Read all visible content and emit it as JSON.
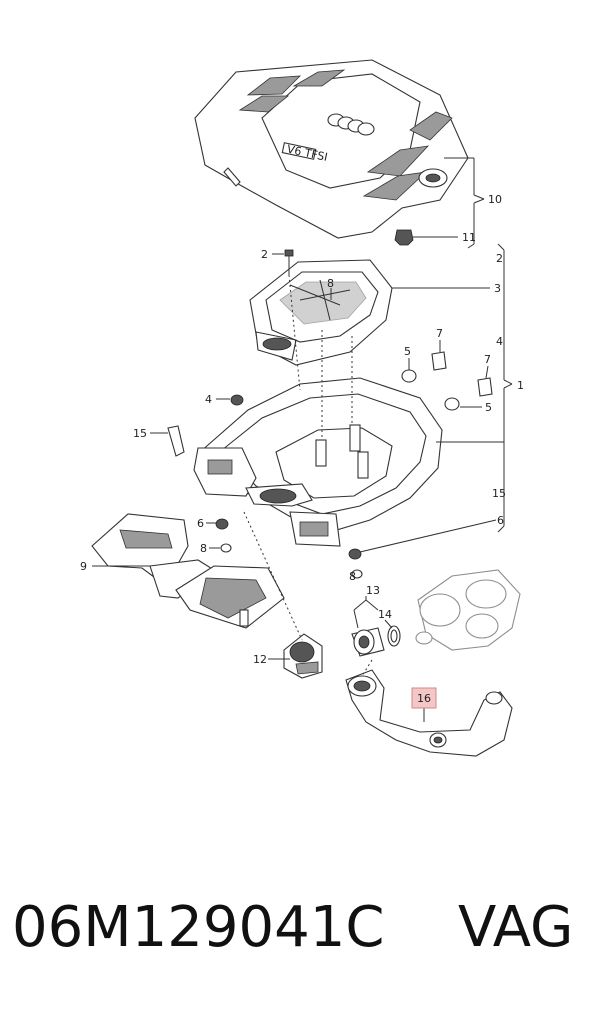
{
  "callouts": [
    {
      "id": "c1",
      "text": "1"
    },
    {
      "id": "c2",
      "text": "2"
    },
    {
      "id": "c2r",
      "text": "2"
    },
    {
      "id": "c3",
      "text": "3"
    },
    {
      "id": "c4",
      "text": "4"
    },
    {
      "id": "c4r",
      "text": "4"
    },
    {
      "id": "c5a",
      "text": "5"
    },
    {
      "id": "c5b",
      "text": "5"
    },
    {
      "id": "c6a",
      "text": "6"
    },
    {
      "id": "c6b",
      "text": "6"
    },
    {
      "id": "c7a",
      "text": "7"
    },
    {
      "id": "c7b",
      "text": "7"
    },
    {
      "id": "c8a",
      "text": "8"
    },
    {
      "id": "c8b",
      "text": "8"
    },
    {
      "id": "c8c",
      "text": "8"
    },
    {
      "id": "c9",
      "text": "9"
    },
    {
      "id": "c10",
      "text": "10"
    },
    {
      "id": "c11",
      "text": "11"
    },
    {
      "id": "c12",
      "text": "12"
    },
    {
      "id": "c13",
      "text": "13"
    },
    {
      "id": "c14",
      "text": "14"
    },
    {
      "id": "c15a",
      "text": "15"
    },
    {
      "id": "c15b",
      "text": "15"
    },
    {
      "id": "c16",
      "text": "16"
    }
  ],
  "highlight_callout": "16",
  "highlight_color": "#f4c6c6",
  "engine_cover_badge": "V6 TFSI",
  "caption": {
    "part_number": "06M129041C",
    "brand": "VAG"
  }
}
